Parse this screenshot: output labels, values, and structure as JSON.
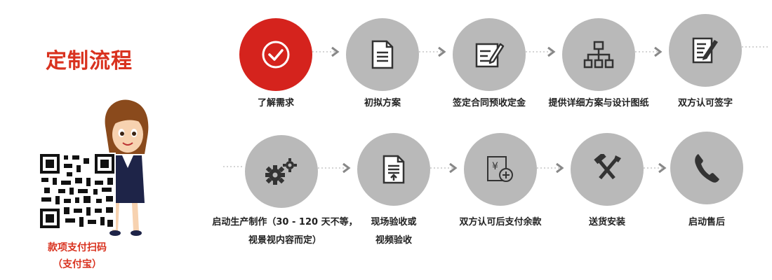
{
  "title": "定制流程",
  "steps": [
    {
      "label": "了解需求",
      "icon": "check-icon"
    },
    {
      "label": "初拟方案",
      "icon": "document-icon"
    },
    {
      "label": "签定合同预收定金",
      "icon": "contract-sign-icon"
    },
    {
      "label": "提供详细方案与设计图纸",
      "icon": "org-chart-icon"
    },
    {
      "label": "双方认可签字",
      "icon": "sign-document-icon"
    },
    {
      "label_line1": "启动生产制作（30 - 120 天不等，",
      "label_line2": "视景视内容而定）",
      "icon": "gears-icon"
    },
    {
      "label_line1": "现场验收或",
      "label_line2": "视频验收",
      "icon": "upload-document-icon"
    },
    {
      "label": "双方认可后支付余款",
      "icon": "payment-icon"
    },
    {
      "label": "送货安装",
      "icon": "tools-icon"
    },
    {
      "label": "启动售后",
      "icon": "phone-icon"
    }
  ],
  "payment": {
    "line1": "款项支付扫码",
    "line2": "（支付宝）"
  },
  "colors": {
    "accent": "#d5231d",
    "circle": "#b9b9b9",
    "icon": "#333333"
  }
}
